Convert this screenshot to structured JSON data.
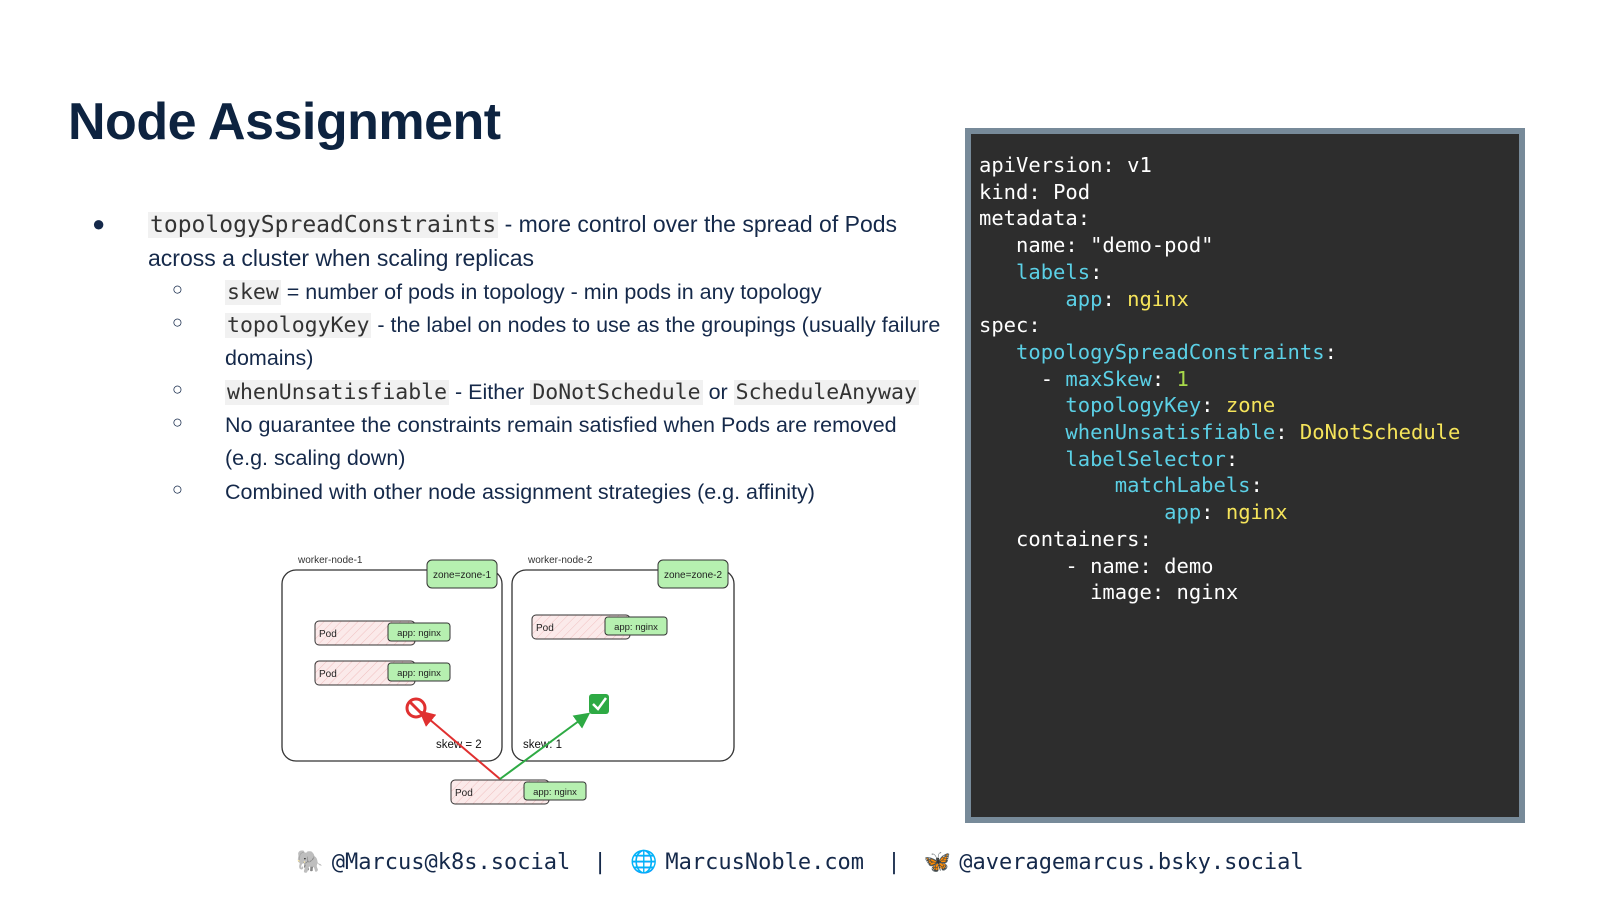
{
  "slide": {
    "title": "Node Assignment"
  },
  "bullets": {
    "main": {
      "code": "topologySpreadConstraints",
      "text": " - more control over the spread of Pods across a cluster when scaling replicas"
    },
    "sub": [
      {
        "code": "skew",
        "text": " = number of pods in topology - min pods in any topology"
      },
      {
        "code": "topologyKey",
        "text": " - the label on nodes to use as the groupings (usually failure domains)"
      },
      {
        "code": "whenUnsatisfiable",
        "text": " - Either ",
        "code2": "DoNotSchedule",
        "text2": " or ",
        "code3": "ScheduleAnyway"
      },
      {
        "text": "No guarantee the constraints remain satisfied when Pods are removed (e.g. scaling down)"
      },
      {
        "text": "Combined with other node assignment strategies (e.g. affinity)"
      }
    ]
  },
  "diagram": {
    "node1": {
      "name": "worker-node-1",
      "zone": "zone=zone-1",
      "skew": "skew = 2"
    },
    "node2": {
      "name": "worker-node-2",
      "zone": "zone=zone-2",
      "skew": "skew: 1"
    },
    "pod_label": "Pod",
    "pod_tag": "app: nginx",
    "reject_icon": "no-entry-icon",
    "accept_icon": "check-icon"
  },
  "yaml": {
    "l1k": "apiVersion",
    "l1v": "v1",
    "l2k": "kind",
    "l2v": "Pod",
    "l3k": "metadata",
    "l4k": "name",
    "l4v": "\"demo-pod\"",
    "l5k": "labels",
    "l6k": "app",
    "l6v": "nginx",
    "l7k": "spec",
    "l8k": "topologySpreadConstraints",
    "l9k": "maxSkew",
    "l9v": "1",
    "l10k": "topologyKey",
    "l10v": "zone",
    "l11k": "whenUnsatisfiable",
    "l11v": "DoNotSchedule",
    "l12k": "labelSelector",
    "l13k": "matchLabels",
    "l14k": "app",
    "l14v": "nginx",
    "l15k": "containers",
    "l16k": "name",
    "l16v": "demo",
    "l17k": "image",
    "l17v": "nginx"
  },
  "footer": {
    "mastodon": "@Marcus@k8s.social",
    "website": "MarcusNoble.com",
    "bsky": "@averagemarcus.bsky.social",
    "sep": "|",
    "icons": [
      "elephant-icon",
      "globe-icon",
      "butterfly-icon"
    ]
  },
  "colors": {
    "title": "#0d2340",
    "code_bg": "#2d2d2d",
    "code_border": "#778a99",
    "yaml_key": "#5bd0e6",
    "yaml_value": "#f5e45a",
    "yaml_number": "#a8d94a",
    "tag_green": "#b6f0b0",
    "arrow_red": "#e03030",
    "arrow_green": "#2eaa44"
  }
}
